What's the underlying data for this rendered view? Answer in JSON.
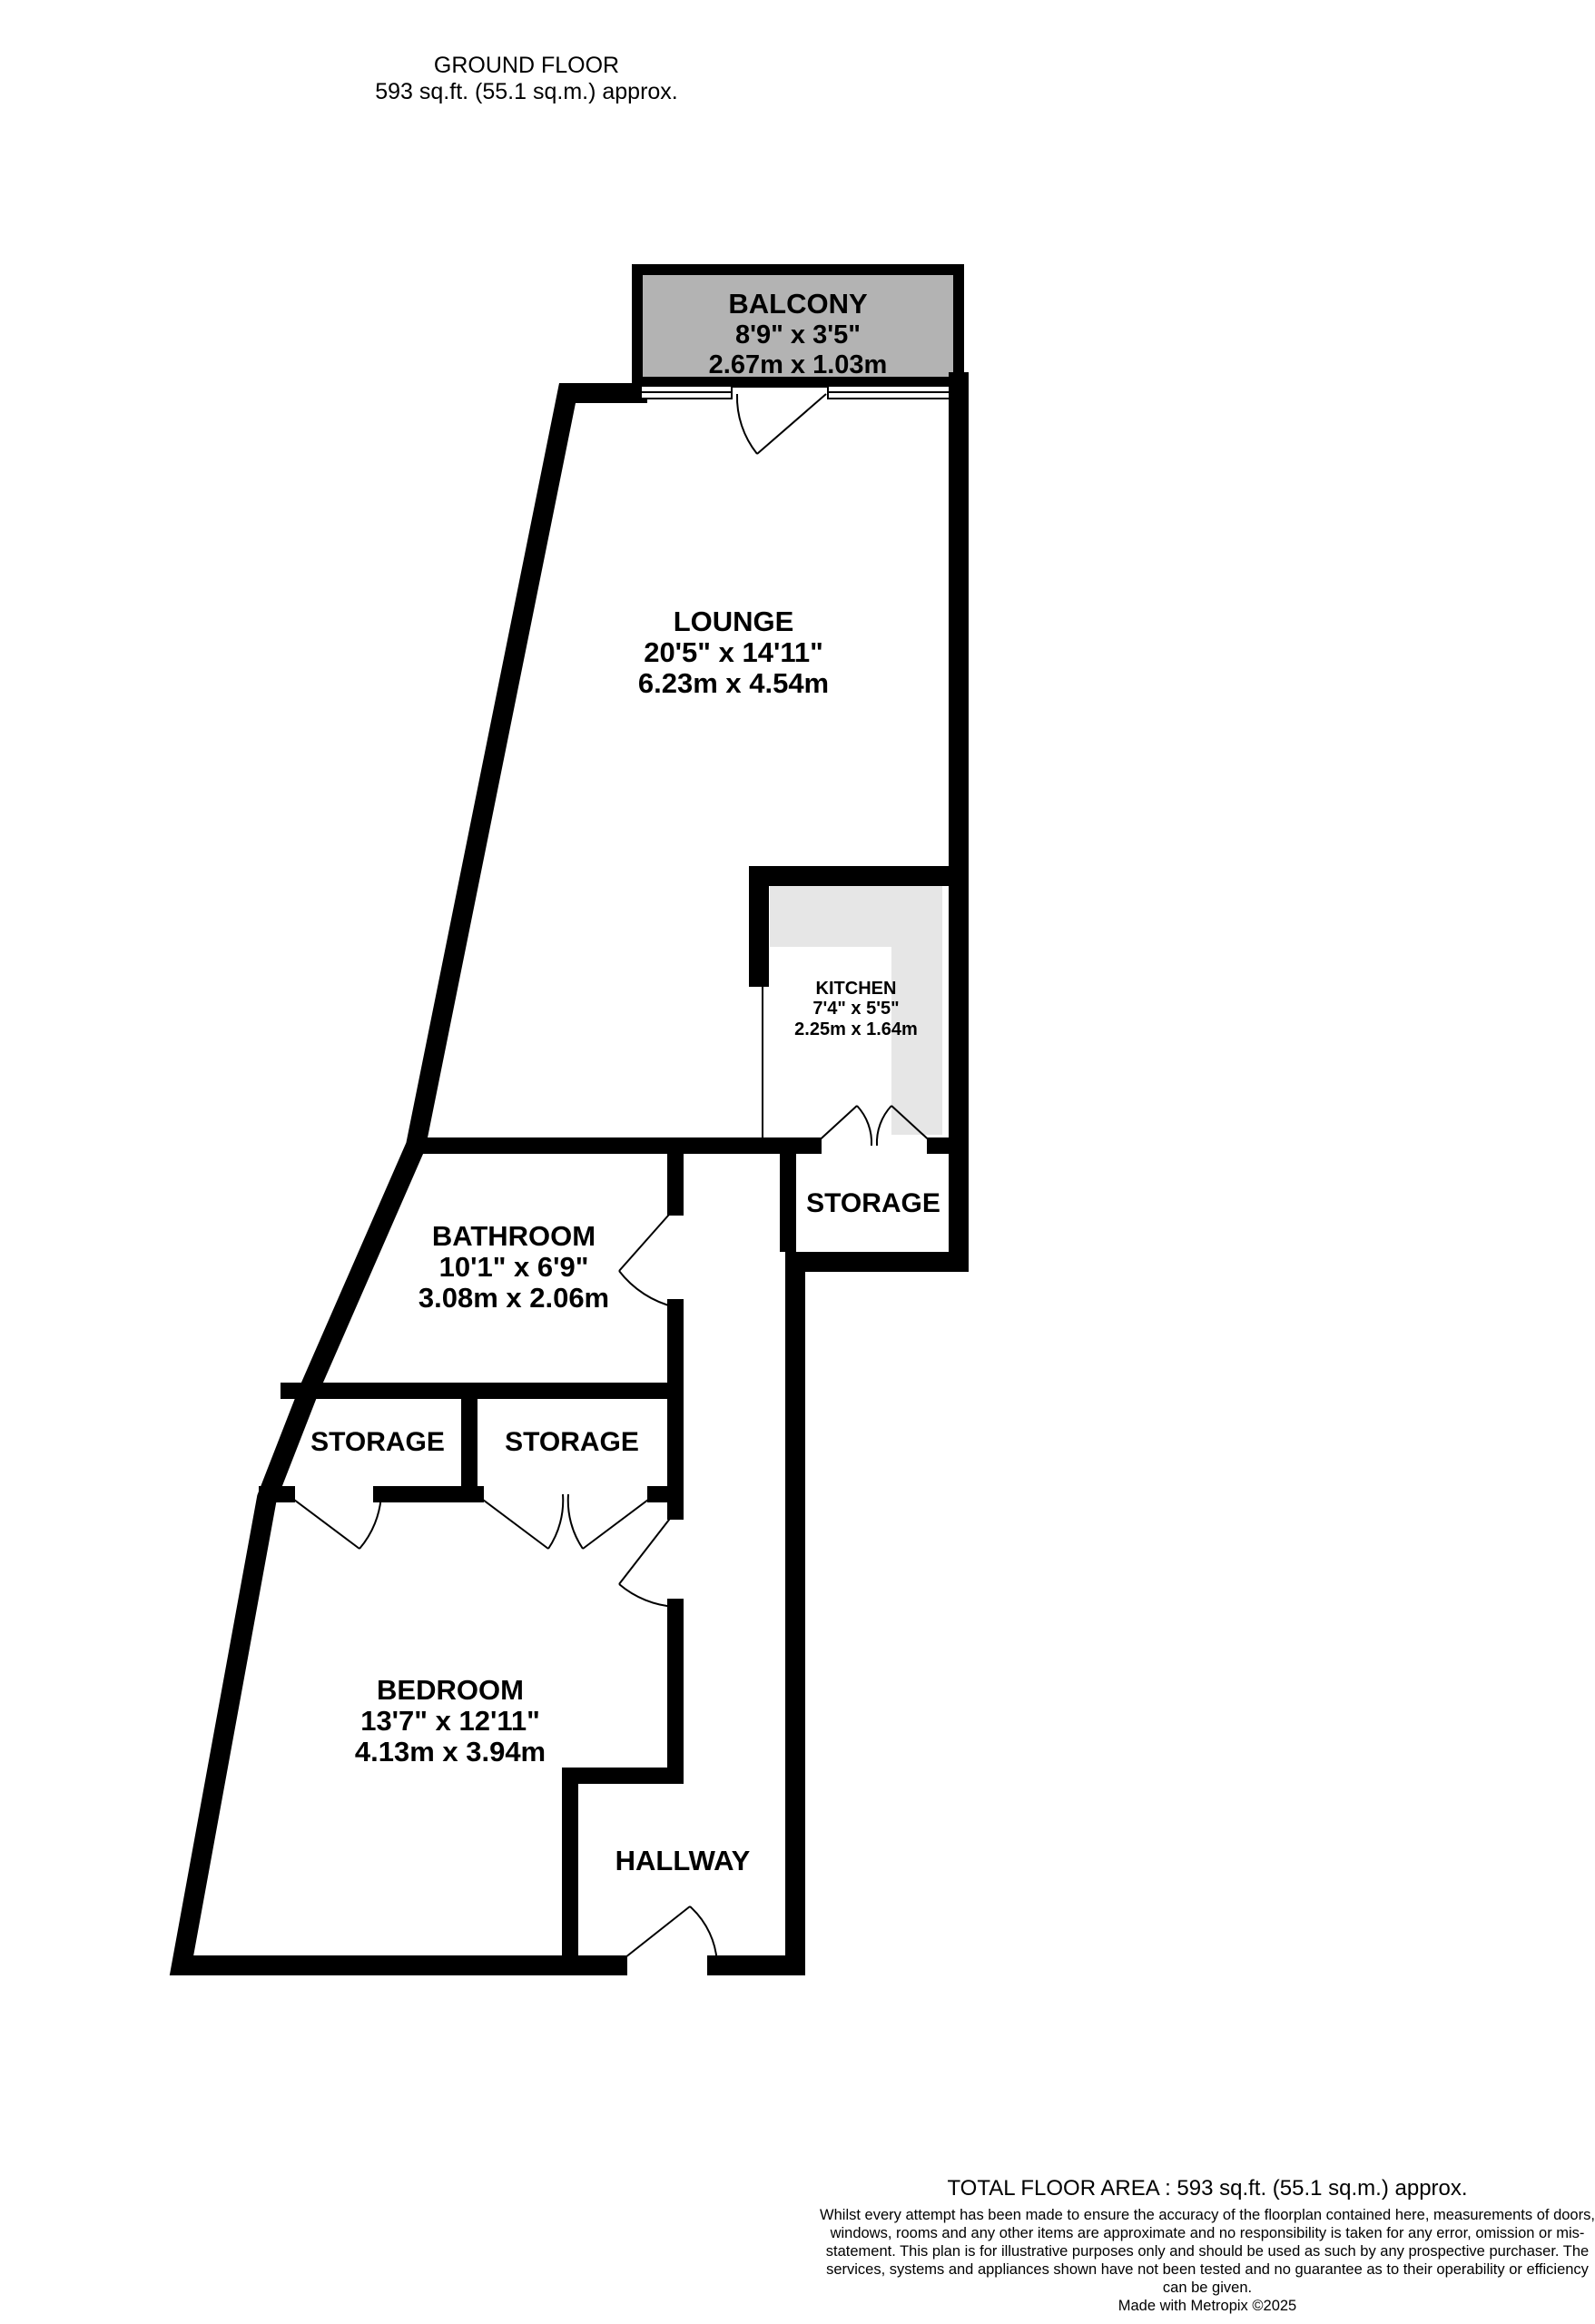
{
  "header": {
    "floor_name": "GROUND FLOOR",
    "floor_area": "593 sq.ft. (55.1 sq.m.) approx."
  },
  "rooms": {
    "balcony": {
      "name": "BALCONY",
      "imperial": "8'9\"  x 3'5\"",
      "metric": "2.67m  x 1.03m"
    },
    "lounge": {
      "name": "LOUNGE",
      "imperial": "20'5\"  x 14'11\"",
      "metric": "6.23m  x 4.54m"
    },
    "kitchen": {
      "name": "KITCHEN",
      "imperial": "7'4\"  x 5'5\"",
      "metric": "2.25m  x 1.64m"
    },
    "bathroom": {
      "name": "BATHROOM",
      "imperial": "10'1\"  x 6'9\"",
      "metric": "3.08m  x 2.06m"
    },
    "bedroom": {
      "name": "BEDROOM",
      "imperial": "13'7\"  x 12'11\"",
      "metric": "4.13m  x 3.94m"
    },
    "hallway": {
      "name": "HALLWAY"
    },
    "storage_1": {
      "name": "STORAGE"
    },
    "storage_2": {
      "name": "STORAGE"
    },
    "storage_3": {
      "name": "STORAGE"
    }
  },
  "footer": {
    "total_area": "TOTAL FLOOR AREA : 593 sq.ft. (55.1 sq.m.) approx.",
    "disclaimer": "Whilst every attempt has been made to ensure the accuracy of the floorplan contained here, measurements of doors, windows, rooms and any other items are approximate and no responsibility is taken for any error, omission or mis-statement. This plan is for illustrative purposes only and should be used as such by any prospective purchaser. The services, systems and appliances shown have not been tested and no guarantee as to their operability or efficiency can be given.",
    "credit": "Made with Metropix ©2025"
  },
  "colors": {
    "wall": "#000000",
    "balcony_fill": "#b3b3b3",
    "kitchen_counter": "#e6e6e6",
    "background": "#ffffff"
  }
}
